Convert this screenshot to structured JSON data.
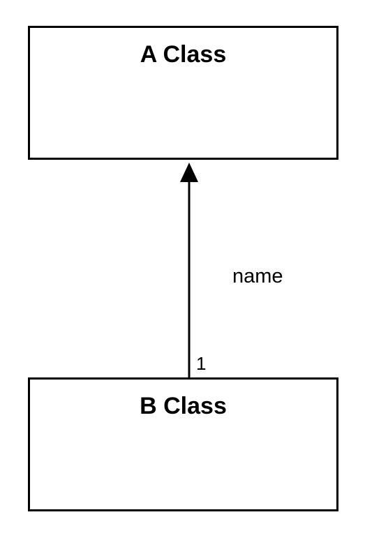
{
  "diagram": {
    "classes": [
      {
        "id": "a",
        "name": "A Class"
      },
      {
        "id": "b",
        "name": "B Class"
      }
    ],
    "association": {
      "from": "b",
      "to": "a",
      "role_label": "name",
      "multiplicity": "1",
      "arrowhead": "filled-triangle"
    },
    "colors": {
      "stroke": "#000000",
      "fill": "#ffffff"
    }
  }
}
